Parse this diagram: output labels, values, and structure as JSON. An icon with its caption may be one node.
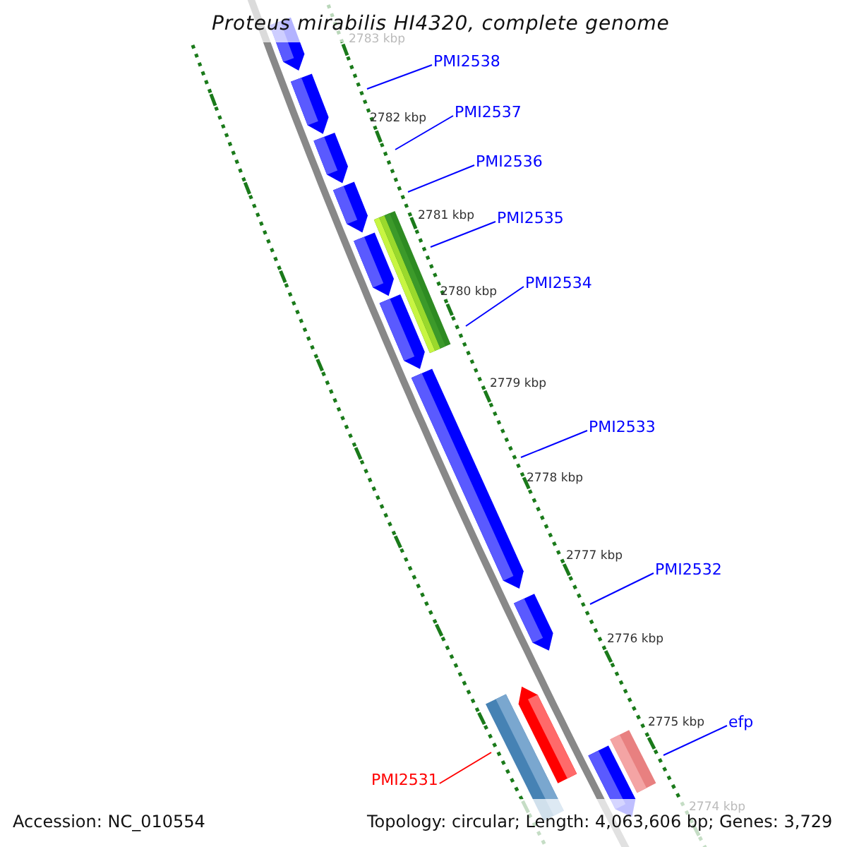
{
  "diagram": {
    "title": "Proteus mirabilis HI4320, complete genome",
    "nodes": [
      {
        "text": [
          "PMI2538"
        ]
      },
      {
        "text": [
          "PMI2537"
        ]
      },
      {
        "text": [
          "PMI2536"
        ]
      },
      {
        "text": [
          "PMI2535"
        ]
      },
      {
        "text": [
          "PMI2534"
        ]
      },
      {
        "text": [
          "PMI2533"
        ]
      },
      {
        "text": [
          "PMI2532"
        ]
      },
      {
        "text": [
          "efp"
        ]
      },
      {
        "text": [
          "PMI2531"
        ]
      }
    ],
    "edges": [
      {
        "from": 0,
        "to": null,
        "arrow": "none"
      },
      {
        "from": 1,
        "to": null,
        "arrow": "none"
      },
      {
        "from": 2,
        "to": null,
        "arrow": "none"
      },
      {
        "from": 3,
        "to": null,
        "arrow": "none"
      },
      {
        "from": 4,
        "to": null,
        "arrow": "none"
      },
      {
        "from": 5,
        "to": null,
        "arrow": "none"
      },
      {
        "from": 6,
        "to": null,
        "arrow": "none"
      },
      {
        "from": 7,
        "to": null,
        "arrow": "none"
      },
      {
        "from": 8,
        "to": null,
        "arrow": "none",
        "color": "#ff0000"
      }
    ],
    "labels": [
      "2783 kbp",
      "2782 kbp",
      "2781 kbp",
      "2780 kbp",
      "2779 kbp",
      "2778 kbp",
      "2777 kbp",
      "2776 kbp",
      "2775 kbp",
      "2774 kbp",
      "Accession: NC_010554",
      "Topology: circular; Length: 4,063,606 bp; Genes: 3,729"
    ]
  }
}
